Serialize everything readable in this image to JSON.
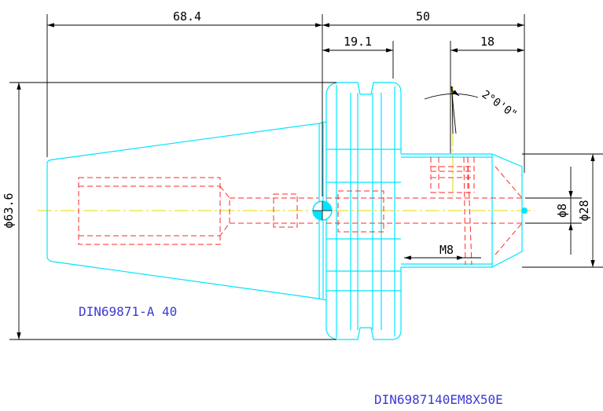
{
  "dimensions": {
    "length_left": "68.4",
    "length_right": "50",
    "flange_width": "19.1",
    "nose_length": "18",
    "angle": "2°0'0\"",
    "diameter_taper": "ϕ63.6",
    "diameter_bore": "ϕ8",
    "diameter_nose": "ϕ28",
    "thread": "M8"
  },
  "labels": {
    "standard": "DIN69871-A 40",
    "part_code": "DIN6987140EM8X50E"
  },
  "colors": {
    "outline": "#00e5ff",
    "hidden": "#ff2a2a",
    "centerline": "#e6d800",
    "dimension": "#000000",
    "label": "#3a3ad6",
    "background": "#ffffff"
  }
}
